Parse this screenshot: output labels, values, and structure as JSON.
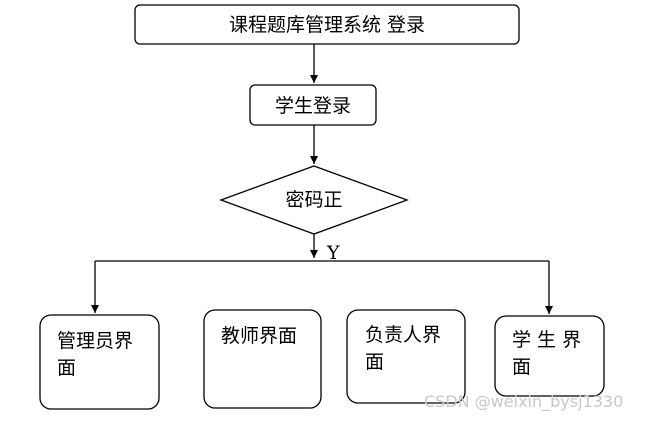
{
  "diagram": {
    "top_box": "课程题库管理系统  登录",
    "login_box": "学生登录",
    "decision": "密码正",
    "branch_label": "Y",
    "targets": {
      "admin": {
        "line1": "管理员界",
        "line2": "面"
      },
      "teacher": {
        "line1": "教师界面"
      },
      "manager": {
        "line1": "负责人界",
        "line2": "面"
      },
      "student": {
        "line1": "学 生 界",
        "line2": "面"
      }
    }
  },
  "watermark": "CSDN @weixin_bysj1330"
}
